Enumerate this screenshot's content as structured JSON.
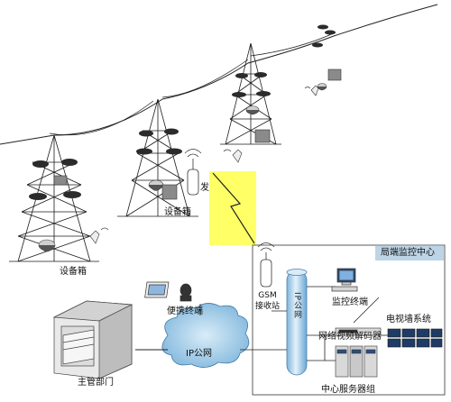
{
  "labels": {
    "equipment_box_1": "设备箱",
    "equipment_box_2": "设备箱",
    "transmit": "发",
    "gsm_station": "GSM\n接收站",
    "ip_public_network_vertical": "IP公网",
    "ip_public_network": "IP公网",
    "portable_terminal": "便携终端",
    "monitor_terminal": "监控终端",
    "network_decoder": "网络视频解码器",
    "tv_wall_system": "电视墙系统",
    "central_server_group": "中心服务器组",
    "bureau_monitoring_center": "局端监控中心",
    "main_department": "主管部门"
  },
  "colors": {
    "center_header_bg": "#bcd4e6",
    "lightning_yellow": "#ffff66",
    "cloud_blue": "#9cc8e6",
    "pipe_blue": "#b9daf0",
    "tower_line": "#1a1a1a"
  }
}
